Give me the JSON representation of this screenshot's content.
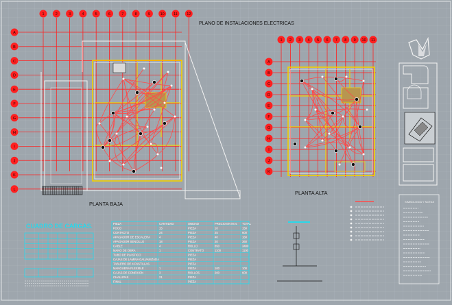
{
  "drawing": {
    "title": "PLANO DE INSTALACIONES ELECTRICAS",
    "plan_left_label": "PLANTA BAJA",
    "plan_right_label": "PLANTA ALTA",
    "colors": {
      "background": "#9ea6ad",
      "grid": "#a9b1b7",
      "axis": "#ff2020",
      "wall": "#f4f4f4",
      "wall_accent": "#f3d000",
      "wiring": "#ff4a4a",
      "fixture": "#ffffff",
      "table_line": "#00e8ff",
      "table_text": "#ffffff",
      "dark": "#111111"
    }
  },
  "axes": {
    "left_columns": [
      "1",
      "2",
      "3",
      "4",
      "5",
      "6",
      "7",
      "8",
      "9",
      "10",
      "11",
      "12"
    ],
    "left_rows": [
      "A",
      "B",
      "C",
      "D",
      "E",
      "F",
      "G",
      "H",
      "I",
      "J",
      "K",
      "L"
    ],
    "right_columns": [
      "1",
      "2",
      "3",
      "4",
      "5",
      "6",
      "7",
      "8",
      "9",
      "10",
      "11"
    ],
    "right_rows": [
      "A",
      "B",
      "C",
      "D",
      "E",
      "F",
      "G",
      "H",
      "I",
      "J",
      "K"
    ]
  },
  "load_table": {
    "title": "CUADRO DE CARGAS."
  },
  "materials": {
    "headers": [
      "PIEZA",
      "CANTIDAD",
      "UNIDAD",
      "PRECIO EN M.N.",
      "TOTAL"
    ],
    "rows": [
      [
        "FOCO",
        "15",
        "PIEZA",
        "10",
        "150"
      ],
      [
        "CONTACTO",
        "24",
        "PIEZA",
        "25",
        "600"
      ],
      [
        "APAGADOR DE ESCALERA",
        "4",
        "PIEZA",
        "40",
        "160"
      ],
      [
        "APAGADOR SENCILLO",
        "18",
        "PIEZA",
        "20",
        "360"
      ],
      [
        "CABLE",
        "4",
        "ROLLO",
        "850",
        "3400"
      ],
      [
        "MANO DE OBRA",
        "1",
        "CONTRATO",
        "1100",
        "1100"
      ],
      [
        "TUBO DE PLASTICO",
        "",
        "PIEZA",
        "",
        ""
      ],
      [
        "CAJAS DE LAMINA GALVANIZADA",
        "",
        "PIEZA",
        "",
        ""
      ],
      [
        "TABLERO DE 4 PASTILLAS",
        "",
        "PIEZA",
        "",
        ""
      ],
      [
        "MANGUERA FLEXIBLE",
        "1",
        "PIEZA",
        "100",
        "100"
      ],
      [
        "CAJAS DE CONEXION",
        "3",
        "ROLLOS",
        "200",
        "600"
      ],
      [
        "CHALUPAS",
        "21",
        "PIEZA",
        "",
        ""
      ],
      [
        "FINAL",
        "",
        "PIEZA",
        "",
        ""
      ]
    ]
  },
  "legend": {
    "title": "SIMBOLOGIA Y NOTAS"
  }
}
